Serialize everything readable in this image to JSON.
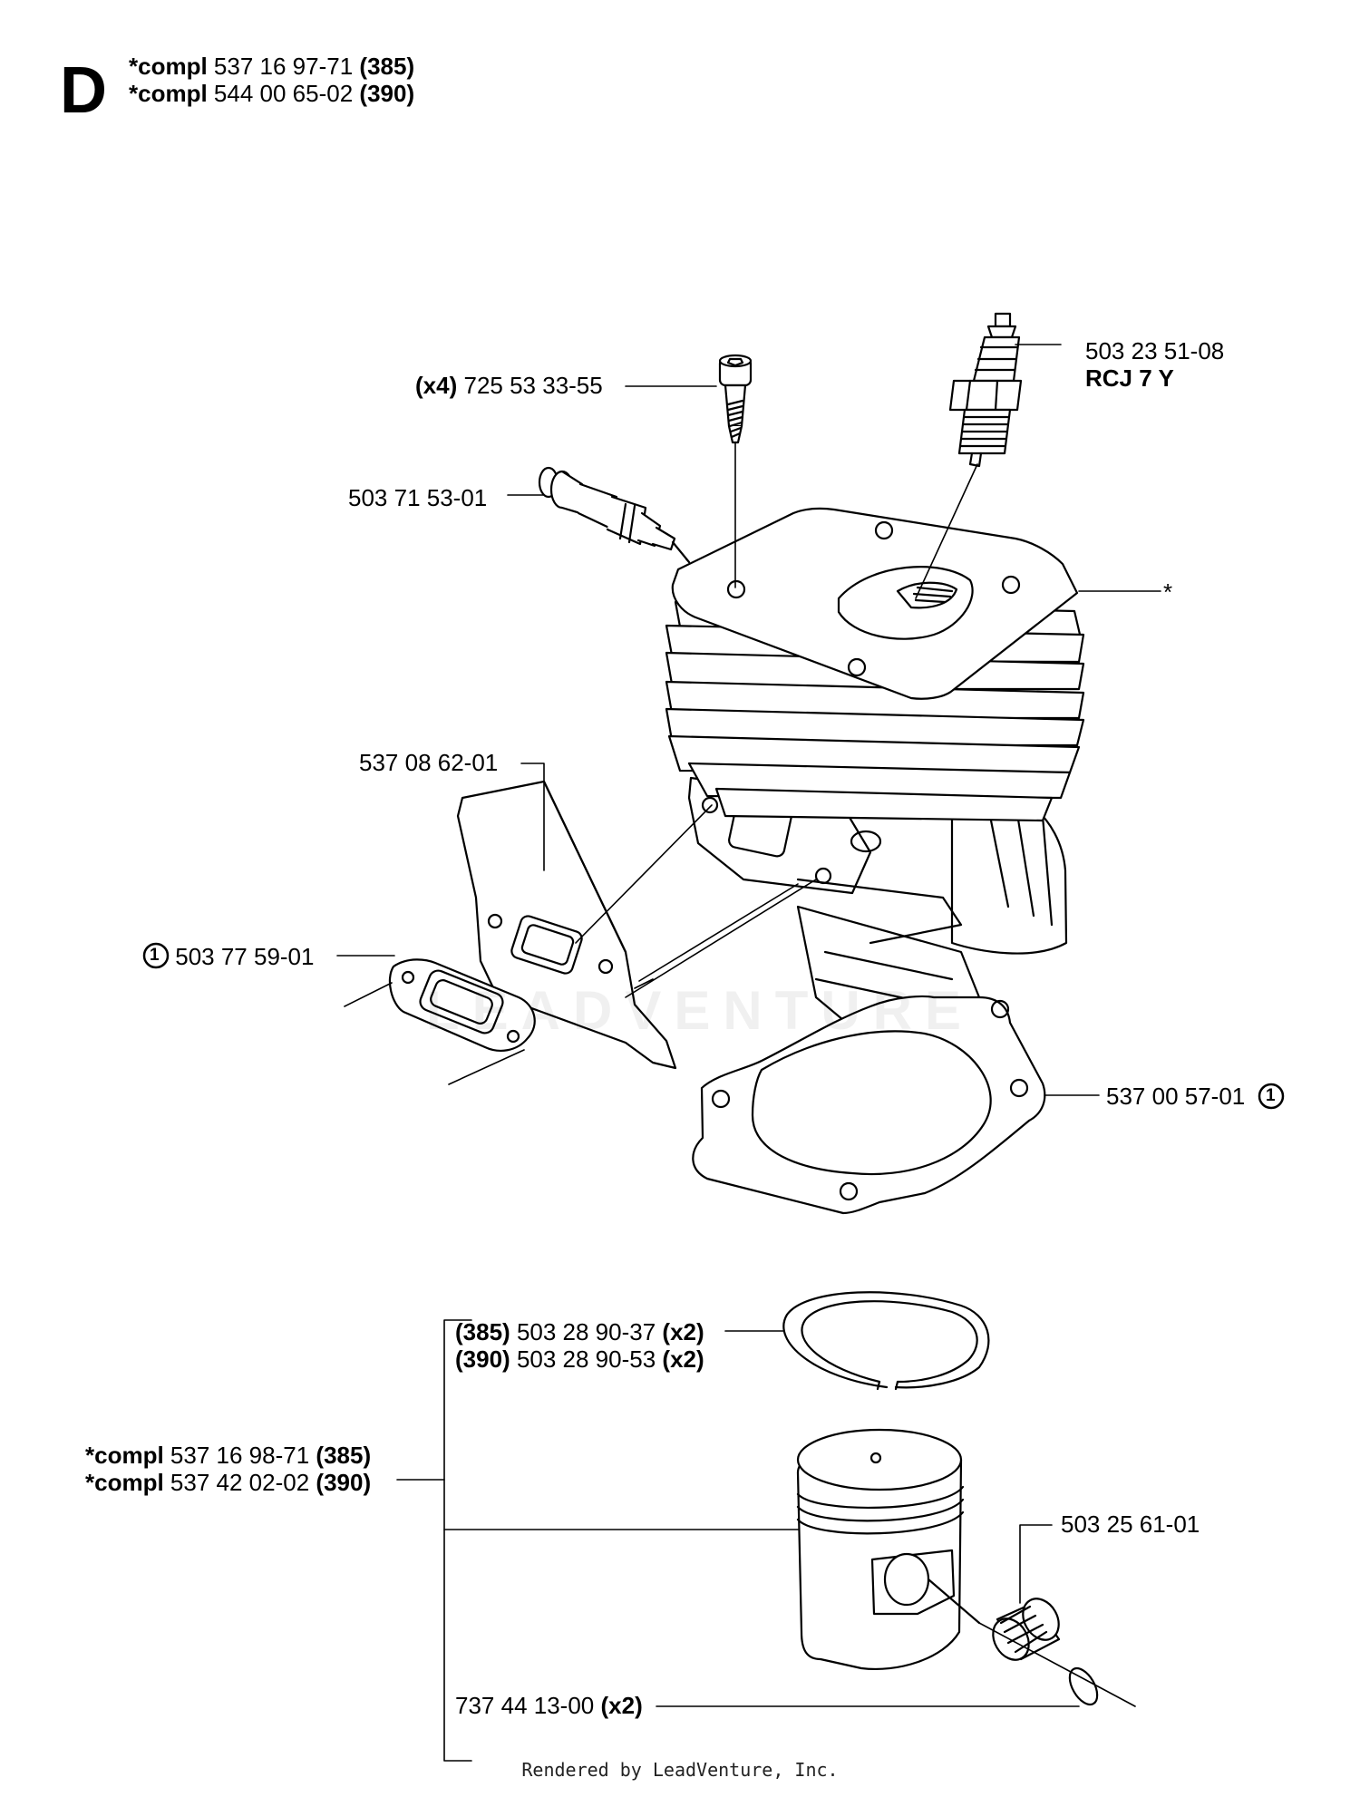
{
  "header": {
    "section_letter": "D",
    "lines": [
      {
        "prefix": "*compl",
        "number": "537 16 97-71",
        "model": "(385)"
      },
      {
        "prefix": "*compl",
        "number": "544 00 65-02",
        "model": "(390)"
      }
    ]
  },
  "parts": {
    "screw": {
      "qty": "(x4)",
      "number": "725 53 33-55"
    },
    "spark_plug": {
      "number": "503 23 51-08",
      "type": "RCJ 7 Y"
    },
    "decompression_valve": {
      "number": "503 71 53-01"
    },
    "cylinder": {
      "mark": "*"
    },
    "heat_shield": {
      "number": "537 08 62-01"
    },
    "muffler_gasket": {
      "ref": "1",
      "number": "503 77 59-01"
    },
    "cylinder_gasket": {
      "number": "537 00 57-01",
      "ref": "1"
    },
    "piston_ring": [
      {
        "model": "(385)",
        "number": "503 28 90-37",
        "qty": "(x2)"
      },
      {
        "model": "(390)",
        "number": "503 28 90-53",
        "qty": "(x2)"
      }
    ],
    "piston": [
      {
        "prefix": "*compl",
        "number": "537 16 98-71",
        "model": "(385)"
      },
      {
        "prefix": "*compl",
        "number": "537 42 02-02",
        "model": "(390)"
      }
    ],
    "needle_bearing": {
      "number": "503 25 61-01"
    },
    "circlip": {
      "number": "737 44 13-00",
      "qty": "(x2)"
    }
  },
  "watermark": "LEADVENTURE",
  "footer": "Rendered by LeadVenture, Inc.",
  "colors": {
    "line": "#000000",
    "background": "#ffffff"
  }
}
